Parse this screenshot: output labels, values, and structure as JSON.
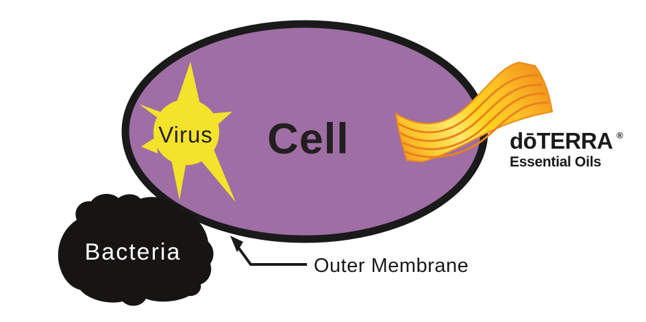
{
  "diagram": {
    "title_context": "Cell diagram with virus, bacteria and essential-oil ribbon",
    "background_color": "#ffffff",
    "cell": {
      "label": "Cell",
      "fill": "#9e6ea4",
      "stroke": "#1a1a1a"
    },
    "virus": {
      "label": "Virus",
      "fill": "#f3e32b"
    },
    "bacteria": {
      "label": "Bacteria",
      "fill": "#171414",
      "label_color": "#ffffff"
    },
    "membrane": {
      "label": "Outer Membrane",
      "arrow_color": "#1a1a1a"
    },
    "brand": {
      "name": "dōTERRA",
      "registered_mark": "®",
      "tagline": "Essential Oils",
      "text_color": "#1a1a1a"
    },
    "ribbon": {
      "stripe_color": "#e8821c",
      "edge_color": "#ee8a1a",
      "gradient": [
        "#ef8a1c",
        "#fdc92d",
        "#ffe96b",
        "#ffd21f",
        "#fdbf26",
        "#f59d1e",
        "#ef8a1c"
      ]
    }
  }
}
